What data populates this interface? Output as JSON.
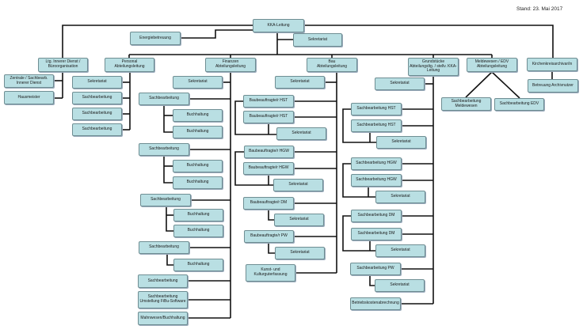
{
  "stand": "Stand: 23. Mai 2017",
  "colors": {
    "box_fill": "#b9dfe3",
    "box_border": "#6f8e93",
    "line": "#111111"
  },
  "boxes": [
    "KKA-Leitung",
    "Energiebetreuung",
    "Sekretariat",
    "Ltg. Innerer Dienst /\nBüroorganisation",
    "Personal\nAbteilungsleitung",
    "Finanzen\nAbteilungsleitung",
    "Bau\nAbteilungsleitung",
    "Grundstücke\nAbteilungsltg. / stellv. KKA-\nLeitung",
    "Meldewesen / EDV\nAbteilungsleitung",
    "Kirchenkreisarchivar/in",
    "Betreuung Archivnutzer",
    "Zentrale / Sachbearb.\nInnerer Dienst",
    "Hausmeister",
    "Sekretariat",
    "Sachbearbeitung",
    "Sachbearbeitung",
    "Sachbearbeitung",
    "Sekretariat",
    "Sachbearbeitung",
    "Buchhaltung",
    "Buchhaltung",
    "Sachbearbeitung",
    "Buchhaltung",
    "Buchhaltung",
    "Sachbearbeitung",
    "Buchhaltung",
    "Buchhaltung",
    "Sachbearbeitung",
    "Buchhaltung",
    "Sachbearbeitung",
    "Sachbearbeitung\nUmstellung FiBu-Software",
    "Mahnwesen/Buchhaltung",
    "Sekretariat",
    "Baubeauftragte/r HST",
    "Baubeauftragte/r HST",
    "Sekretariat",
    "Baubeauftragte/r HGW",
    "Baubeauftragte/r HGW",
    "Sekretariat",
    "Baubeauftragte/r DM",
    "Sekretariat",
    "Baubeauftragte/r PW",
    "Sekretariat",
    "Kunst- und\nKulturguterfassung",
    "Sekretariat",
    "Sachbearbeitung HST",
    "Sachbearbeitung HST",
    "Sekretariat",
    "Sachbearbeitung HGW",
    "Sachbearbeitung HGW",
    "Sekretariat",
    "Sachbearbeitung DM",
    "Sachbearbeitung DM",
    "Sekretariat",
    "Sachbearbeitung PW",
    "Sekretariat",
    "Betriebskostenabrechnung",
    "Sachbearbeitung\nMeldewesen",
    "Sachbearbeitung EDV"
  ]
}
